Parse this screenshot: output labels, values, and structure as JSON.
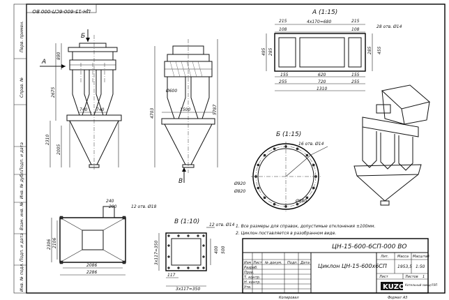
{
  "stamp_top": "ЦН-15-600-6СП-000 ВО",
  "left_strip": [
    "Перв. примен.",
    "Справ. №",
    "Подп. и дата",
    "Инв. № дубл.",
    "Взам. инв. №",
    "Подп. и дата",
    "Инв. № подл."
  ],
  "view_labels": {
    "view_a": "А (1:15)",
    "view_b": "Б (1:15)",
    "view_v": "В (1:10)",
    "arrow_a": "А",
    "arrow_b": "Б",
    "arrow_v": "В"
  },
  "dims_front": {
    "d1": "890",
    "d2": "2675",
    "d3": "2310",
    "d4": "2005",
    "d5": "740",
    "d6": "740"
  },
  "dims_side": {
    "d1": "Ø600",
    "d2": "1500",
    "d3": "4703",
    "d4": "5787"
  },
  "dims_plan_a": {
    "top1": "215",
    "top2": "108",
    "top3": "4x170=680",
    "top4": "215",
    "top5": "108",
    "holes": "28 отв. Ø14",
    "left1": "495",
    "left2": "285",
    "right1": "285",
    "right2": "455",
    "bot1": "155",
    "bot2": "620",
    "bot3": "155",
    "bot4": "255",
    "bot5": "720",
    "bot6": "255",
    "bot7": "1310"
  },
  "dims_flange_b": {
    "holes": "16 отв. Ø14",
    "d1": "Ø920",
    "d2": "Ø820",
    "d3": "Ø880"
  },
  "dims_bottom_left": {
    "t1": "240",
    "t2": "200",
    "t3": "12 отв. Ø18",
    "l1": "2306",
    "l2": "2106",
    "b1": "2086",
    "b2": "2286"
  },
  "dims_v": {
    "holes": "12 отв. Ø14",
    "left": "3x117=350",
    "r1": "400",
    "r2": "500",
    "b1": "117",
    "b2": "3x117=350"
  },
  "notes": [
    "1. Все размеры для справок, допустимые отклонения ±100мм.",
    "2. Циклон поставляется в разобранном виде."
  ],
  "title_block": {
    "designation": "ЦН-15-600-6СП-000 ВО",
    "name": "Циклон ЦН-15-600х6СП",
    "col_headers": [
      "Изм",
      "Лист",
      "№ докум.",
      "Подп.",
      "Дата"
    ],
    "roles": [
      "Разраб.",
      "Пров.",
      "Т. контр.",
      "Н. контр.",
      "Утв."
    ],
    "lit_label": "Лит.",
    "mass_label": "Масса",
    "scale_label": "Масштаб",
    "mass": "1953,5",
    "scale": "1:50",
    "sheet_label": "Лист",
    "sheets_label": "Листов",
    "sheets_count": "1",
    "company_logo": "KUZO",
    "company_sub": "Котельный завод РЭП",
    "copied": "Копировал",
    "format": "Формат А3"
  }
}
